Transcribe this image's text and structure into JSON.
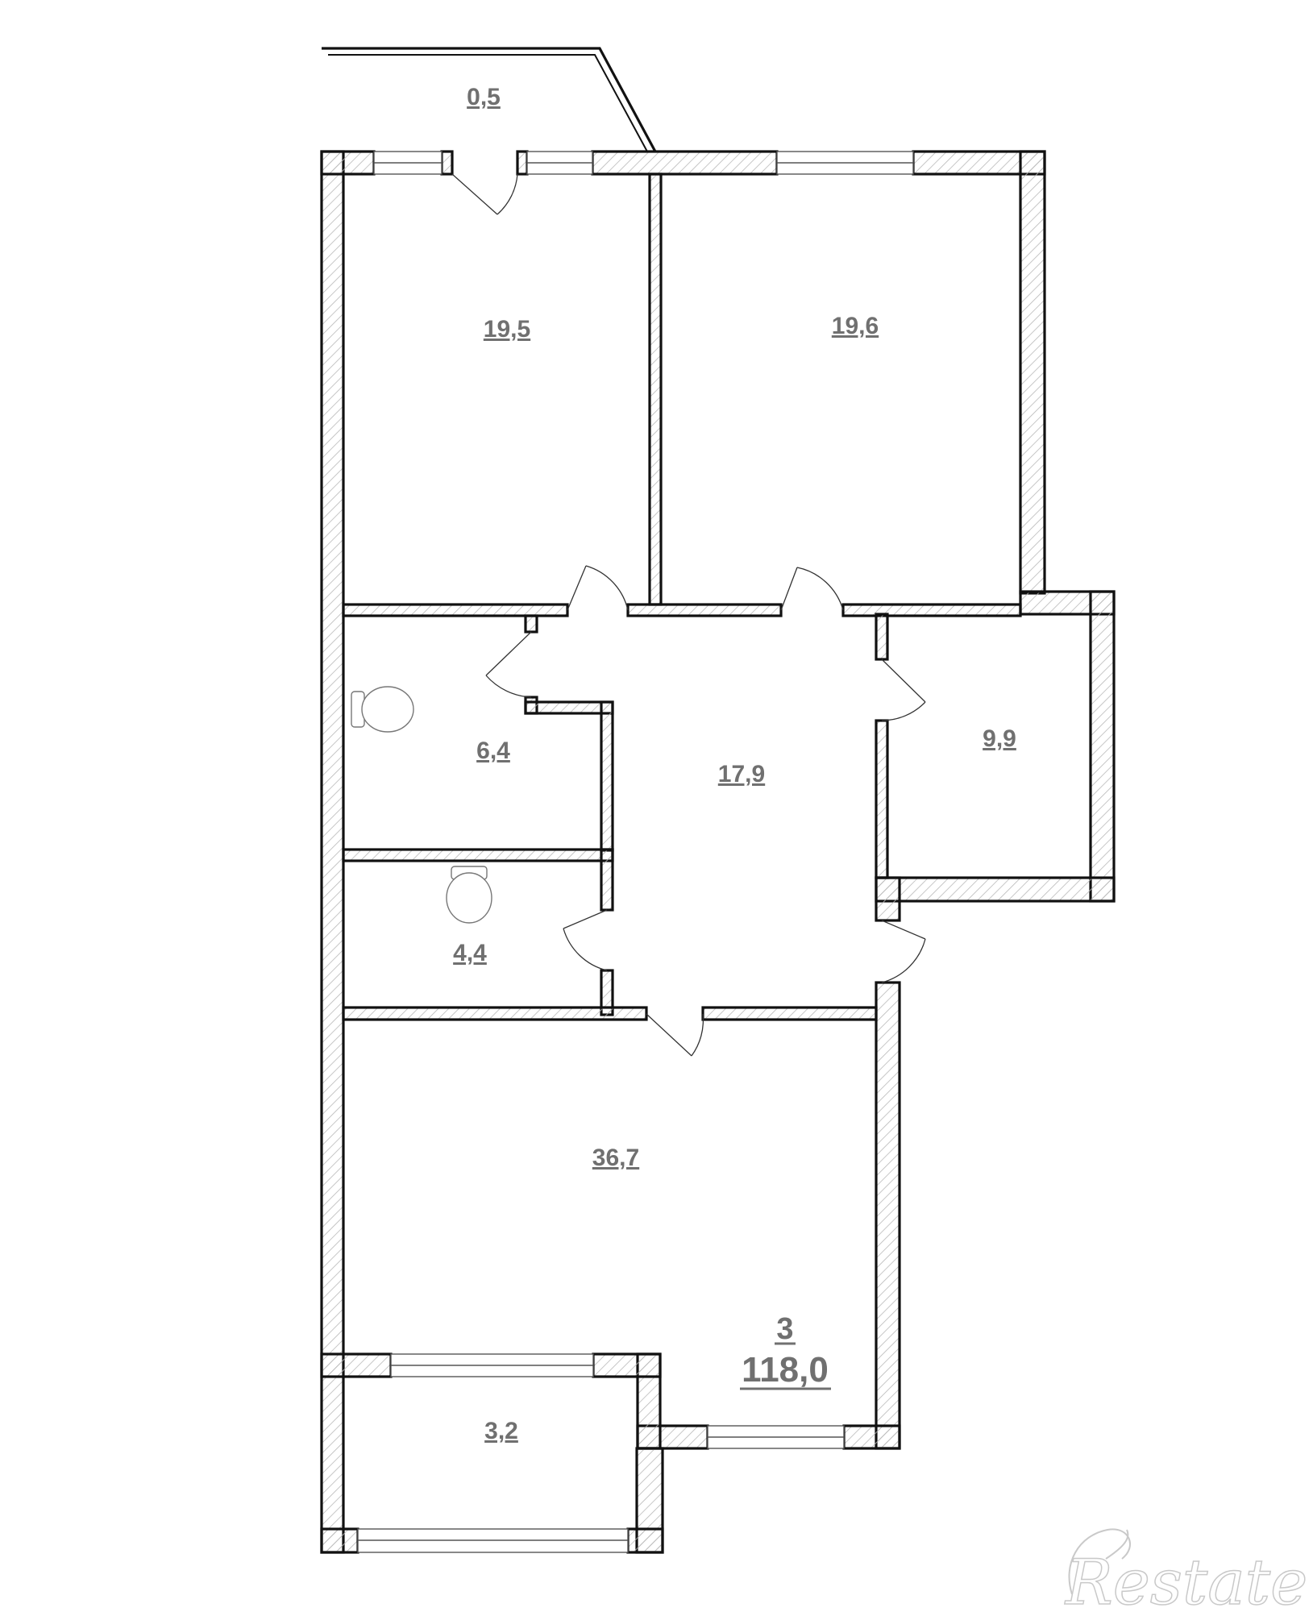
{
  "floorplan": {
    "rooms": [
      {
        "id": "balcony_top",
        "area": "0,5"
      },
      {
        "id": "bedroom_left",
        "area": "19,5"
      },
      {
        "id": "bedroom_right",
        "area": "19,6"
      },
      {
        "id": "bathroom",
        "area": "6,4"
      },
      {
        "id": "hall",
        "area": "17,9"
      },
      {
        "id": "small_room",
        "area": "9,9"
      },
      {
        "id": "toilet",
        "area": "4,4"
      },
      {
        "id": "living_room",
        "area": "36,7"
      },
      {
        "id": "loggia_bottom",
        "area": "3,2"
      }
    ],
    "apartment": {
      "rooms_count": "3",
      "total_area": "118,0"
    }
  },
  "watermark": {
    "text": "Restate"
  },
  "colors": {
    "wall": "#111111",
    "hatch": "#b9b9b9",
    "label": "#707070",
    "background": "#ffffff"
  }
}
